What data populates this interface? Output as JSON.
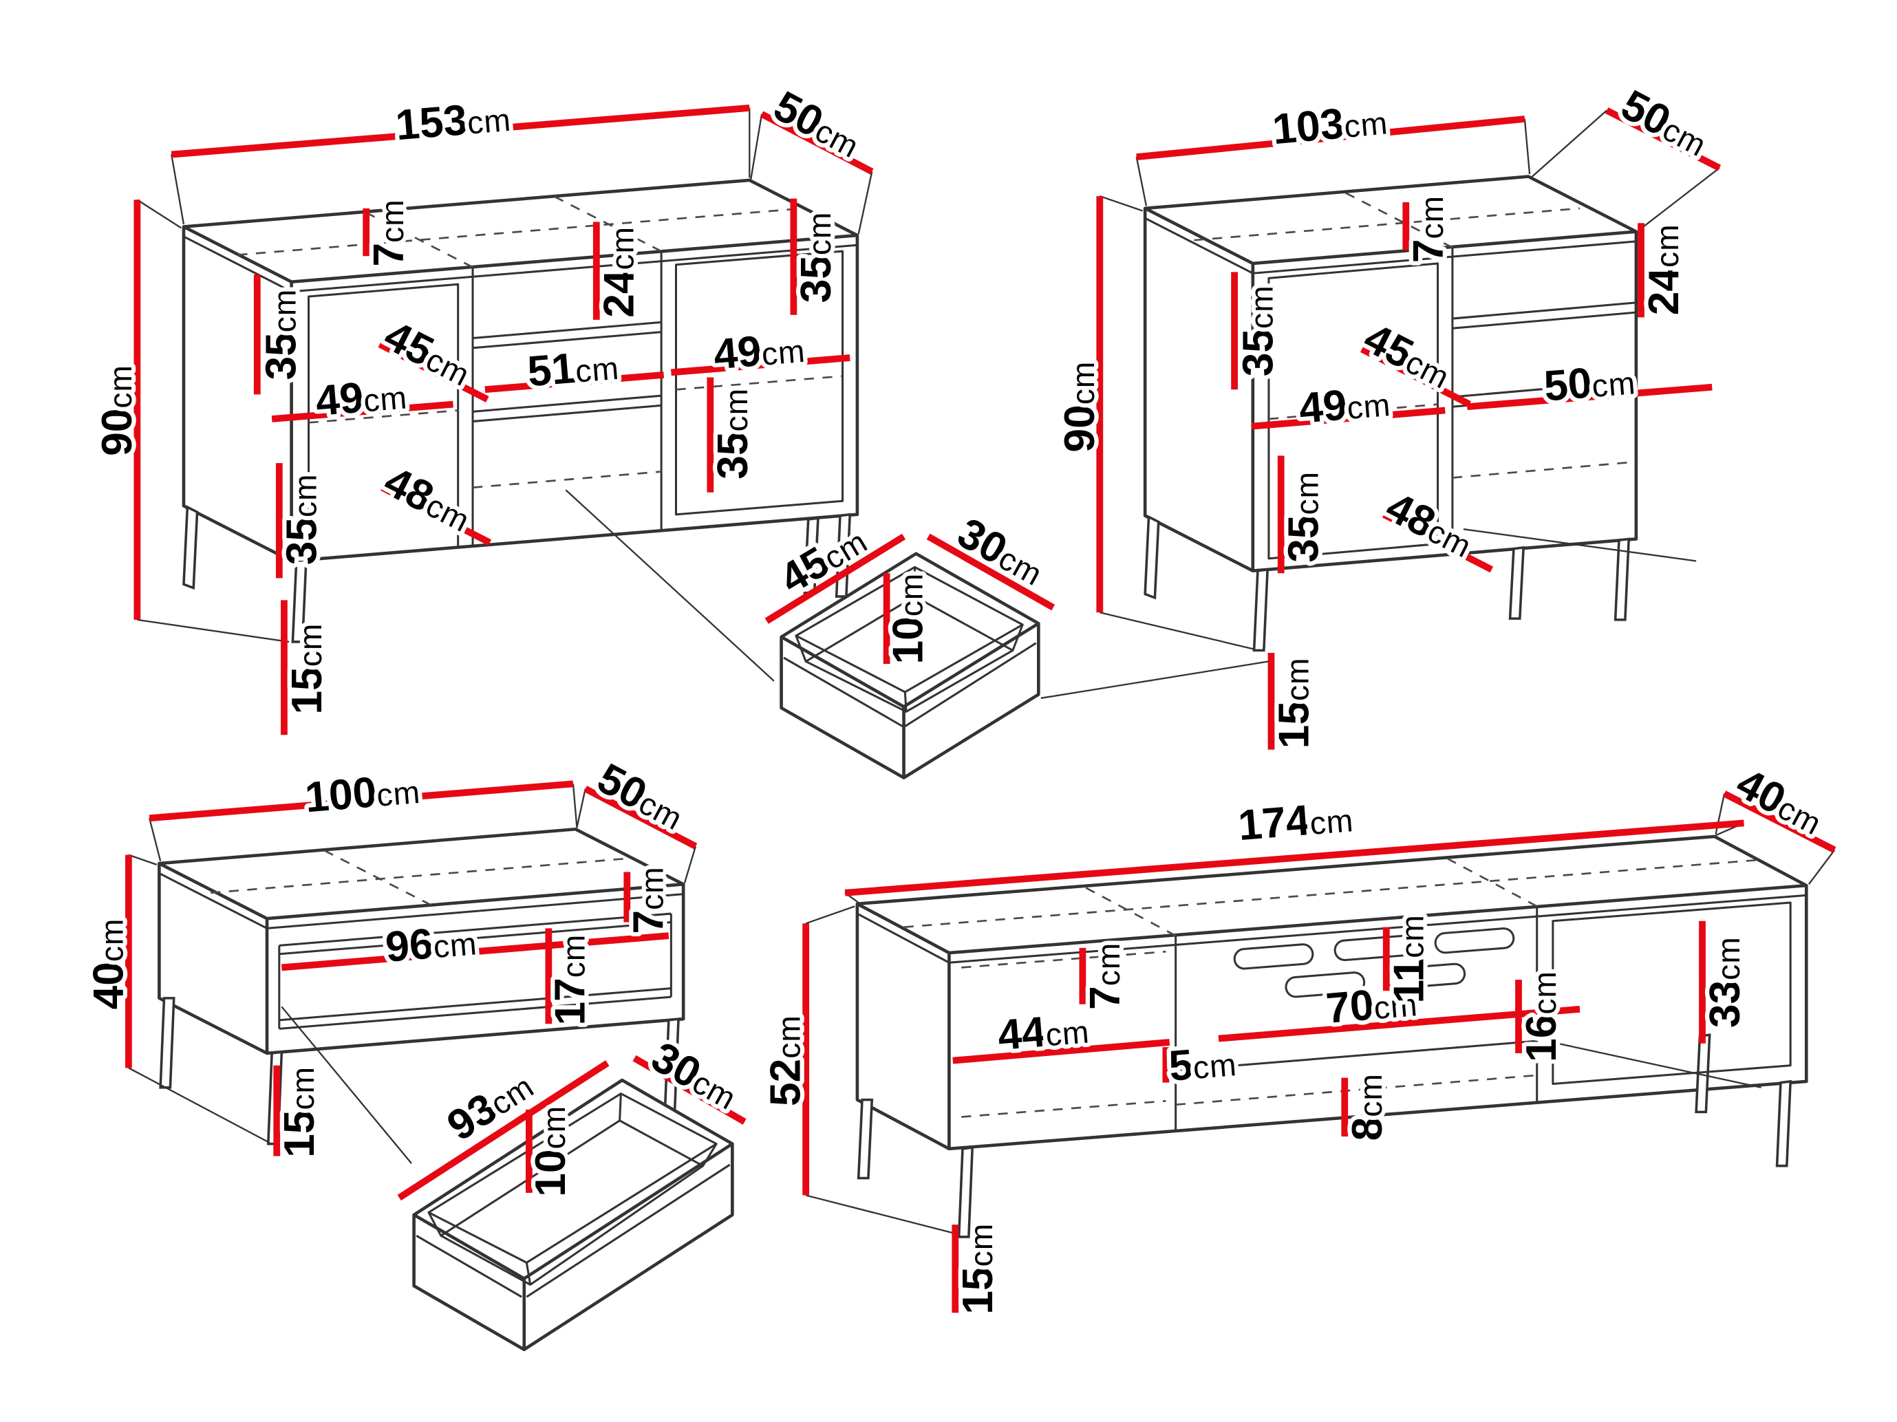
{
  "title": "Furniture set dimensions diagram",
  "palette": {
    "background": "#ffffff",
    "outline": "#333333",
    "dimension_line": "#e60914",
    "label_text": "#000000"
  },
  "unit": "cm",
  "pieces": {
    "sideboard_large": {
      "name": "sideboard-153",
      "labels": {
        "width": {
          "v": "153",
          "u": "cm"
        },
        "depth": {
          "v": "50",
          "u": "cm"
        },
        "height": {
          "v": "90",
          "u": "cm"
        },
        "upper_left_shelf_height": {
          "v": "35",
          "u": "cm"
        },
        "top_clearance": {
          "v": "7",
          "u": "cm"
        },
        "middle_shelf_height": {
          "v": "24",
          "u": "cm"
        },
        "upper_right_shelf_height": {
          "v": "35",
          "u": "cm"
        },
        "interior_depth": {
          "v": "45",
          "u": "cm"
        },
        "middle_section_width": {
          "v": "51",
          "u": "cm"
        },
        "left_door_width": {
          "v": "49",
          "u": "cm"
        },
        "right_door_width": {
          "v": "49",
          "u": "cm"
        },
        "middle_right_shelf_height": {
          "v": "35",
          "u": "cm"
        },
        "lower_left_shelf_height": {
          "v": "35",
          "u": "cm"
        },
        "lower_interior_width": {
          "v": "48",
          "u": "cm"
        },
        "leg_height": {
          "v": "15",
          "u": "cm"
        }
      }
    },
    "sideboard_small": {
      "name": "sideboard-103",
      "labels": {
        "width": {
          "v": "103",
          "u": "cm"
        },
        "depth": {
          "v": "50",
          "u": "cm"
        },
        "height": {
          "v": "90",
          "u": "cm"
        },
        "top_clearance": {
          "v": "7",
          "u": "cm"
        },
        "upper_shelf_height": {
          "v": "35",
          "u": "cm"
        },
        "right_shelf_height": {
          "v": "24",
          "u": "cm"
        },
        "interior_depth": {
          "v": "45",
          "u": "cm"
        },
        "door_width": {
          "v": "49",
          "u": "cm"
        },
        "right_section_width": {
          "v": "50",
          "u": "cm"
        },
        "lower_shelf_height": {
          "v": "35",
          "u": "cm"
        },
        "lower_interior_width": {
          "v": "48",
          "u": "cm"
        },
        "leg_height": {
          "v": "15",
          "u": "cm"
        }
      }
    },
    "drawer_small": {
      "name": "drawer-45",
      "labels": {
        "width": {
          "v": "45",
          "u": "cm"
        },
        "depth": {
          "v": "30",
          "u": "cm"
        },
        "height": {
          "v": "10",
          "u": "cm"
        }
      }
    },
    "coffee_table": {
      "name": "coffee-table-100",
      "labels": {
        "width": {
          "v": "100",
          "u": "cm"
        },
        "depth": {
          "v": "50",
          "u": "cm"
        },
        "height": {
          "v": "40",
          "u": "cm"
        },
        "interior_width": {
          "v": "96",
          "u": "cm"
        },
        "top_clearance": {
          "v": "7",
          "u": "cm"
        },
        "opening_height": {
          "v": "17",
          "u": "cm"
        },
        "leg_height": {
          "v": "15",
          "u": "cm"
        }
      }
    },
    "drawer_long": {
      "name": "drawer-93",
      "labels": {
        "width": {
          "v": "93",
          "u": "cm"
        },
        "depth": {
          "v": "30",
          "u": "cm"
        },
        "height": {
          "v": "10",
          "u": "cm"
        }
      }
    },
    "tv_stand": {
      "name": "tv-stand-174",
      "labels": {
        "width": {
          "v": "174",
          "u": "cm"
        },
        "depth": {
          "v": "40",
          "u": "cm"
        },
        "height": {
          "v": "52",
          "u": "cm"
        },
        "left_interior_width": {
          "v": "44",
          "u": "cm"
        },
        "top_clearance": {
          "v": "7",
          "u": "cm"
        },
        "middle_section_width": {
          "v": "70",
          "u": "cm"
        },
        "cutout_height": {
          "v": "11",
          "u": "cm"
        },
        "flap_height": {
          "v": "16",
          "u": "cm"
        },
        "right_interior_height": {
          "v": "33",
          "u": "cm"
        },
        "bottom_gap": {
          "v": "5",
          "u": "cm"
        },
        "lower_clearance": {
          "v": "8",
          "u": "cm"
        },
        "leg_height": {
          "v": "15",
          "u": "cm"
        }
      }
    }
  }
}
